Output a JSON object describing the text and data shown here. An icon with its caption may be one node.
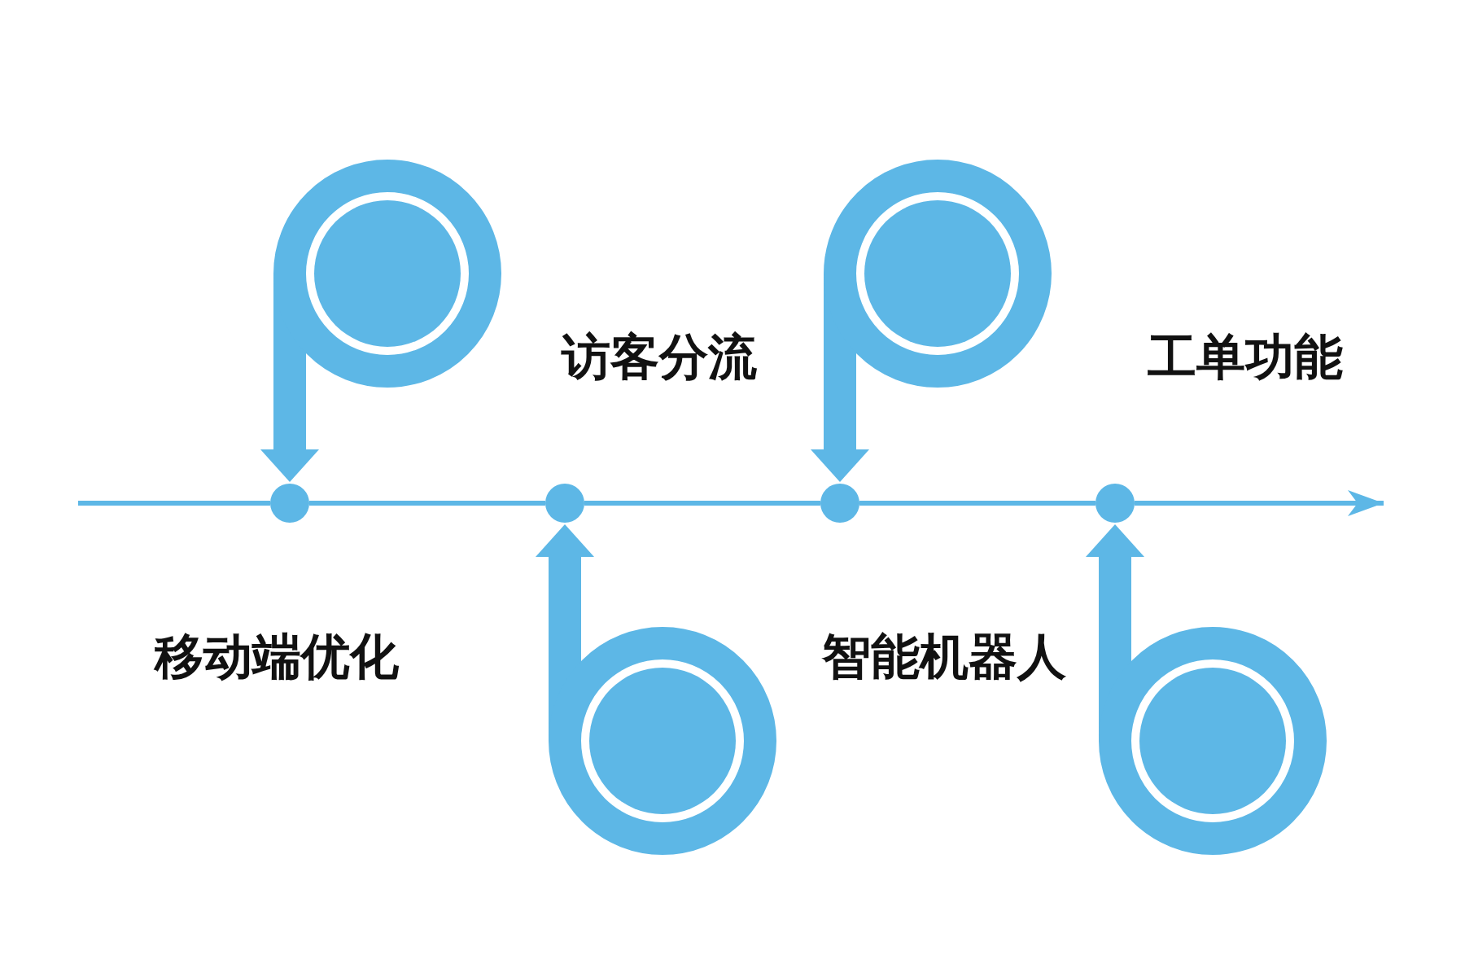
{
  "diagram": {
    "nodes": [
      {
        "text": [],
        "shape": "circle"
      },
      {
        "text": [],
        "shape": "circle"
      },
      {
        "text": [],
        "shape": "circle"
      },
      {
        "text": [],
        "shape": "circle"
      },
      {
        "text": [],
        "shape": "circle"
      },
      {
        "text": [],
        "shape": "circle"
      },
      {
        "text": [],
        "shape": "circle"
      },
      {
        "text": [],
        "shape": "circle"
      }
    ],
    "edges": [
      {
        "from": 0,
        "to": 4,
        "arrow": "to",
        "style": "thick"
      },
      {
        "from": 1,
        "to": 5,
        "arrow": "to",
        "style": "thick"
      },
      {
        "from": 2,
        "to": 6,
        "arrow": "to",
        "style": "thick"
      },
      {
        "from": 3,
        "to": 7,
        "arrow": "to",
        "style": "thick"
      },
      {
        "from": null,
        "to": 4,
        "arrow": "none"
      },
      {
        "from": 4,
        "to": 5,
        "arrow": "none"
      },
      {
        "from": 5,
        "to": 6,
        "arrow": "none"
      },
      {
        "from": 6,
        "to": 7,
        "arrow": "none"
      },
      {
        "from": 7,
        "to": null,
        "arrow": "to"
      }
    ],
    "labels": [
      "访客分流",
      "工单功能",
      "移动端优化",
      "智能机器人"
    ]
  }
}
